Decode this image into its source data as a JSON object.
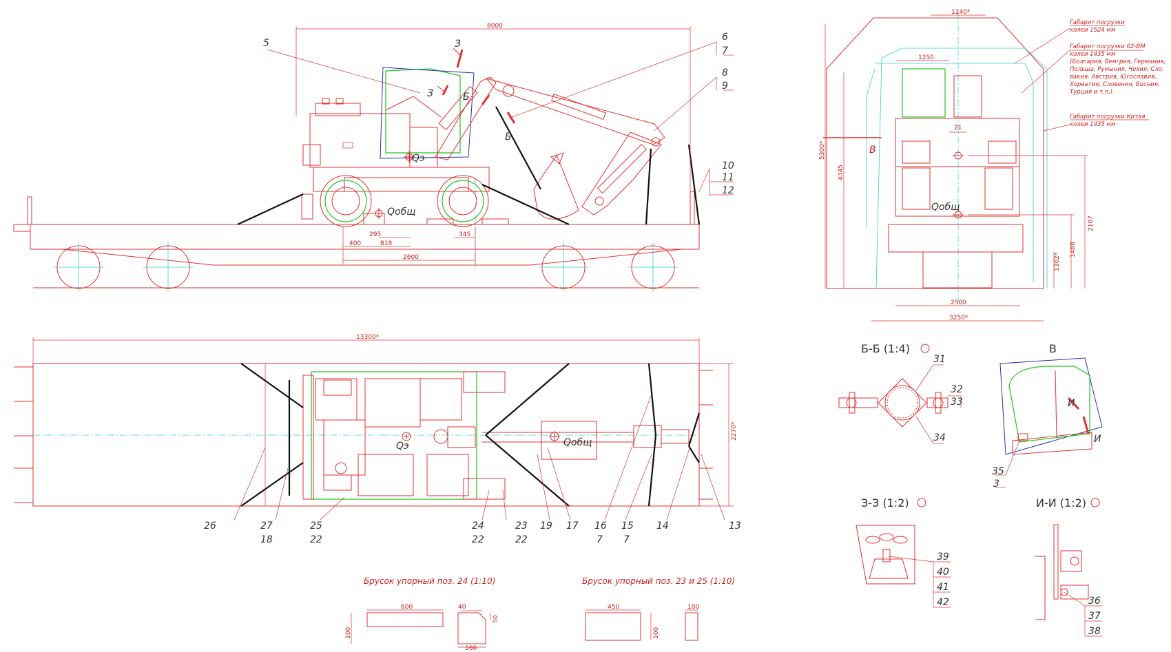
{
  "side_view": {
    "dimensions": {
      "d8000": "8000",
      "d400": "400",
      "d818": "818",
      "d295": "295",
      "d345": "345",
      "d2600": "2600"
    },
    "labels": {
      "l5": "5",
      "l6": "6",
      "l7": "7",
      "l8": "8",
      "l9": "9",
      "l10": "10",
      "l11": "11",
      "l12": "12",
      "z1": "З",
      "z2": "З",
      "b1": "Б",
      "b2": "Б",
      "qe": "Qэ",
      "qobsh": "Qобщ"
    }
  },
  "plan_view": {
    "dimensions": {
      "d13300": "13300*",
      "d2270": "2270*"
    },
    "labels": {
      "l26": "26",
      "l27": "27",
      "l18": "18",
      "l25": "25",
      "l22a": "22",
      "l24": "24",
      "l22b": "22",
      "l23": "23",
      "l22c": "22",
      "l19": "19",
      "l17": "17",
      "l16": "16",
      "l7a": "7",
      "l15": "15",
      "l7b": "7",
      "l14": "14",
      "l13": "13",
      "qe": "Qэ",
      "qobsh": "Qобщ"
    }
  },
  "end_view": {
    "dimensions": {
      "d1240": "1240*",
      "d1250": "1250",
      "d5300": "5300*",
      "d4345": "4345",
      "d21": "21",
      "d2107": "2107",
      "d1488": "1488",
      "d1302": "1302*",
      "d2500": "2500",
      "d3250": "3250*"
    },
    "labels": {
      "v": "В",
      "qobsh": "Qобщ"
    },
    "notes": {
      "n1_line1": "Габарит погрузки",
      "n1_line2": "колеи 1524 мм",
      "n2_line1": "Габарит погрузки 02-ВМ",
      "n2_line2": "колеи 1435 мм",
      "n2_line3": "(Болгария, Венгрия, Германия,",
      "n2_line4": "Польша, Румыния, Чехия, Сло-",
      "n2_line5": "вакия, Австрия, Югославия,",
      "n2_line6": "Хорватия, Словения, Босния,",
      "n2_line7": "Турция и т.п.)",
      "n3_line1": "Габарит погрузки Китая",
      "n3_line2": "колеи 1435 мм"
    }
  },
  "section_bb": {
    "title": "Б-Б (1:4)",
    "labels": {
      "l31": "31",
      "l32": "32",
      "l33": "33",
      "l34": "34"
    }
  },
  "view_v": {
    "title": "В",
    "labels": {
      "i1": "И",
      "i2": "И",
      "l35": "35",
      "l3": "3"
    }
  },
  "section_zz": {
    "title": "З-З (1:2)",
    "labels": {
      "l39": "39",
      "l40": "40",
      "l41": "41",
      "l42": "42"
    }
  },
  "section_ii": {
    "title": "И-И (1:2)",
    "labels": {
      "l36": "36",
      "l37": "37",
      "l38": "38"
    }
  },
  "block24": {
    "title": "Брусок упорный поз. 24 (1:10)",
    "dimensions": {
      "d600": "600",
      "d100": "100",
      "d40": "40",
      "d50": "50",
      "d160": "160"
    }
  },
  "block2325": {
    "title": "Брусок упорный поз. 23 и 25 (1:10)",
    "dimensions": {
      "d450": "450",
      "d100a": "100",
      "d100b": "100"
    }
  }
}
